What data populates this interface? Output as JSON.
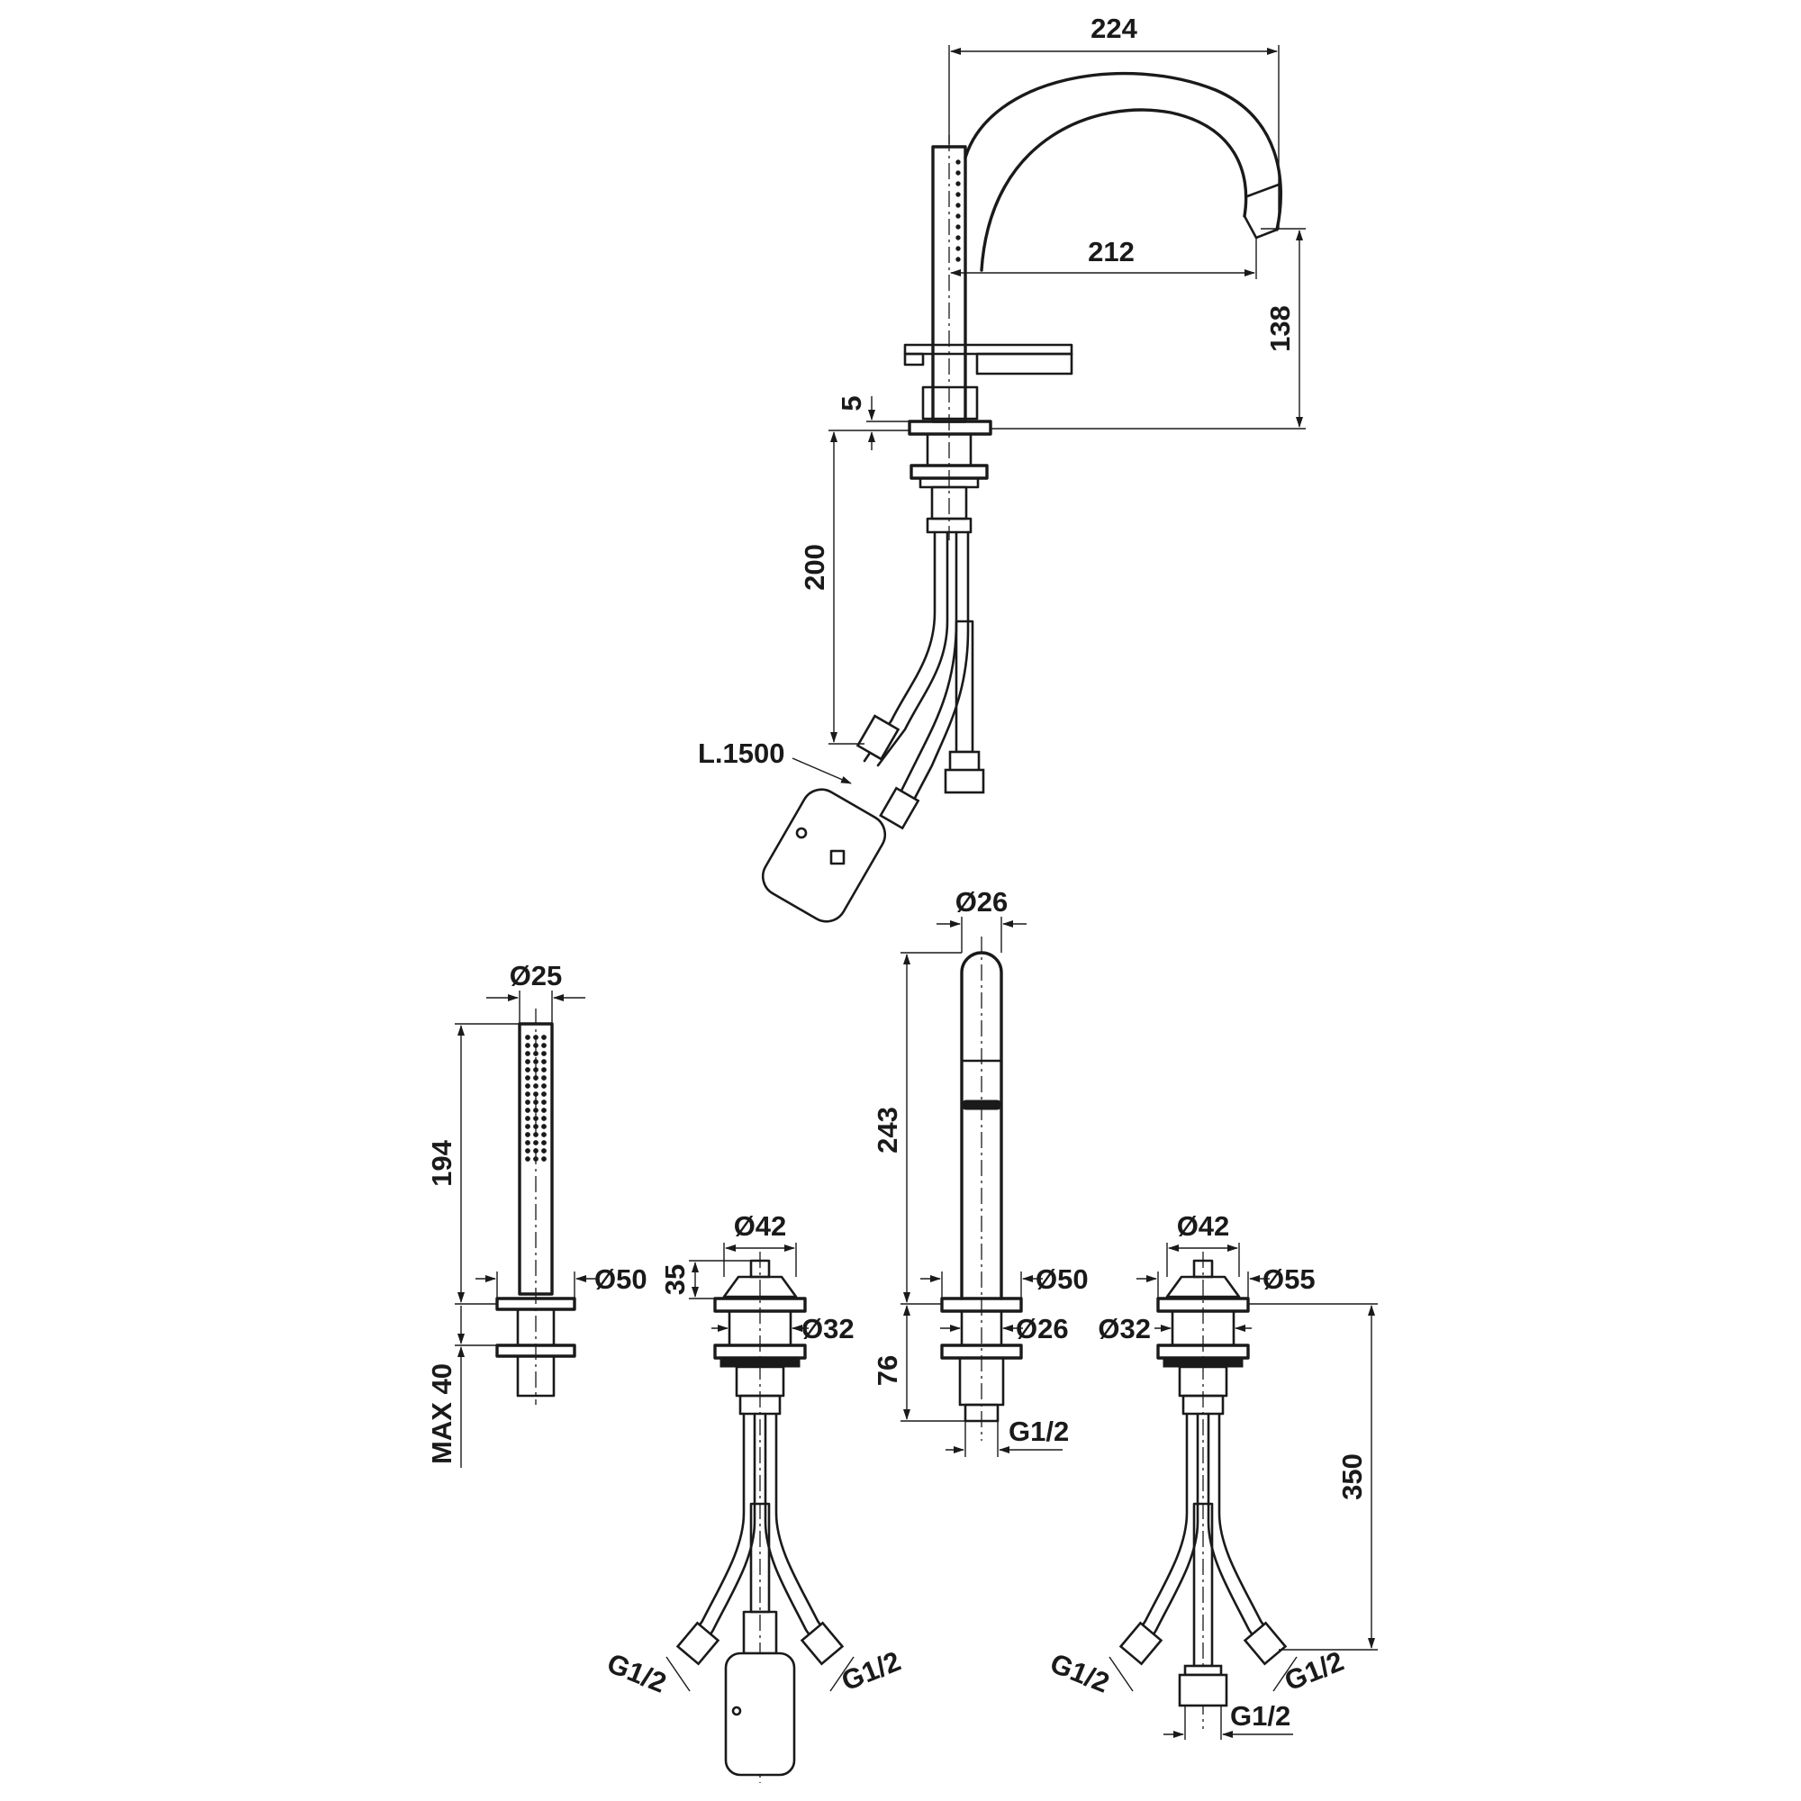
{
  "dimensions": {
    "spout_reach_outer": "224",
    "spout_reach_inner": "212",
    "spout_height": "138",
    "deck_plate": "5",
    "shank_length": "200",
    "hose_length": "L.1500",
    "spout_diameter": "Ø26",
    "spout_body_height": "243",
    "spout_base_diameter": "Ø50",
    "spout_neck_diameter": "Ø26",
    "spout_shank_height": "76",
    "spout_thread": "G1/2",
    "shower_diameter": "Ø25",
    "shower_length": "194",
    "shower_base_diameter": "Ø50",
    "shower_max_deck": "MAX 40",
    "valve_left_cap": "Ø42",
    "valve_left_spindle": "35",
    "valve_left_shank": "Ø32",
    "valve_left_thread_a": "G1/2",
    "valve_left_thread_b": "G1/2",
    "valve_right_cap": "Ø42",
    "valve_right_base": "Ø55",
    "valve_right_shank": "Ø32",
    "valve_right_length": "350",
    "valve_right_thread_a": "G1/2",
    "valve_right_thread_b": "G1/2",
    "valve_right_thread_c": "G1/2"
  }
}
